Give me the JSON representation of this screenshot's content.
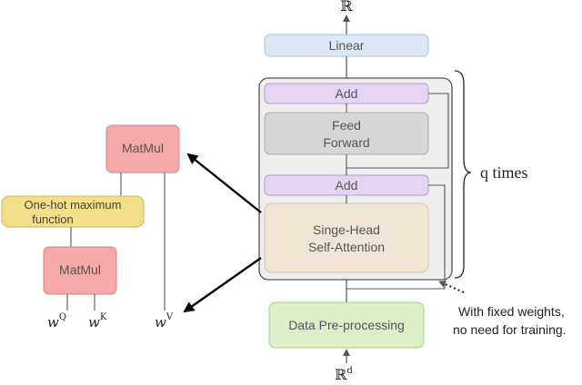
{
  "right_stack": {
    "output_symbol": "ℝ",
    "linear_label": "Linear",
    "add_top_label": "Add",
    "feed_forward_line1": "Feed",
    "feed_forward_line2": "Forward",
    "add_bottom_label": "Add",
    "attention_line1": "Singe-Head",
    "attention_line2": "Self-Attention",
    "preprocessing_label": "Data Pre-processing",
    "input_symbol": "ℝ",
    "input_superscript": "d"
  },
  "repeat_label": "q times",
  "note": {
    "line1": "With fixed weights,",
    "line2": "no need for training."
  },
  "left_detail": {
    "matmul_top_label": "MatMul",
    "onehot_line1": "One-hot maximum",
    "onehot_line2": "function",
    "matmul_bottom_label": "MatMul",
    "wq_base": "w",
    "wq_sup": "Q",
    "wk_base": "w",
    "wk_sup": "K",
    "wv_base": "w",
    "wv_sup": "V"
  },
  "colors": {
    "linear_fill": "#dce8f5",
    "add_fill": "#e6d5f2",
    "feed_forward_fill": "#d6d6d6",
    "attention_fill": "#f1e6d5",
    "preprocessing_fill": "#dcefc9",
    "matmul_fill": "#f6a9a9",
    "onehot_fill": "#f3de8a",
    "container_fill": "#eeeeee"
  }
}
